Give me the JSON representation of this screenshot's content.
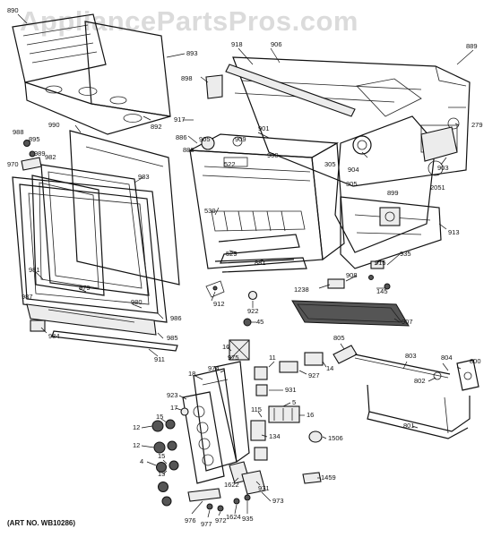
{
  "watermark": "AppliancePartsPros.com",
  "art_number": "(ART NO. WB10286)",
  "callouts": {
    "c890": "890",
    "c893": "893",
    "c892": "892",
    "c918": "918",
    "c906": "906",
    "c889": "889",
    "c898": "898",
    "c279": "279",
    "c917": "917",
    "c990": "990",
    "c988": "988",
    "c895": "895",
    "c970": "970",
    "c989": "989",
    "c982": "982",
    "c886": "886",
    "c905": "905",
    "c909": "909",
    "c901": "901",
    "c888": "888",
    "c522": "522",
    "c900": "900",
    "c904": "904",
    "c903": "903",
    "c305a": "305",
    "c2051": "2051",
    "c899": "899",
    "c983": "983",
    "c530": "530",
    "c305b": "305",
    "c913": "913",
    "c529": "529",
    "c881": "881",
    "c935a": "935",
    "c915": "915",
    "c908": "908",
    "c981": "981",
    "c987": "987",
    "c979": "979",
    "c1238": "1238",
    "c145": "145",
    "c912": "912",
    "c922": "922",
    "c980": "980",
    "c986": "986",
    "c907": "907",
    "c984": "984",
    "c45": "45",
    "c985": "985",
    "c805": "805",
    "c911": "911",
    "c16a": "16",
    "c975": "975",
    "c803": "803",
    "c804": "804",
    "c14": "14",
    "c11": "11",
    "c927": "927",
    "c18": "18",
    "c974": "974",
    "c800": "800",
    "c802": "802",
    "c923": "923",
    "c931": "931",
    "c5": "5",
    "c17": "17",
    "c115": "115",
    "c16b": "16",
    "c12a": "12",
    "c15a": "15",
    "c134": "134",
    "c801": "801",
    "c1506": "1506",
    "c12b": "12",
    "c15b": "15",
    "c4": "4",
    "c15c": "15",
    "c1459": "1459",
    "c1622": "1622",
    "c971": "971",
    "c973": "973",
    "c976": "976",
    "c977": "977",
    "c972": "972",
    "c1624": "1624",
    "c935b": "935"
  }
}
